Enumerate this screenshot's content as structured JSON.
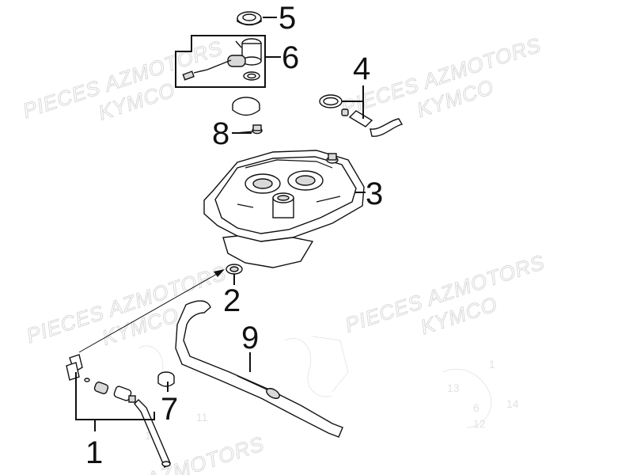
{
  "watermarks": [
    {
      "line1": "PIECES AZMOTORS",
      "line2": "KYMCO"
    },
    {
      "line1": "PIECES AZMOTORS",
      "line2": "KYMCO"
    },
    {
      "line1": "PIECES AZMOTORS",
      "line2": "KYMCO"
    },
    {
      "line1": "PIECES AZMOTORS",
      "line2": "KYMCO"
    },
    {
      "line1": "AZMOTORS"
    }
  ],
  "callouts": [
    {
      "number": "1"
    },
    {
      "number": "2"
    },
    {
      "number": "3"
    },
    {
      "number": "4"
    },
    {
      "number": "5"
    },
    {
      "number": "6"
    },
    {
      "number": "7"
    },
    {
      "number": "8"
    },
    {
      "number": "9"
    }
  ]
}
